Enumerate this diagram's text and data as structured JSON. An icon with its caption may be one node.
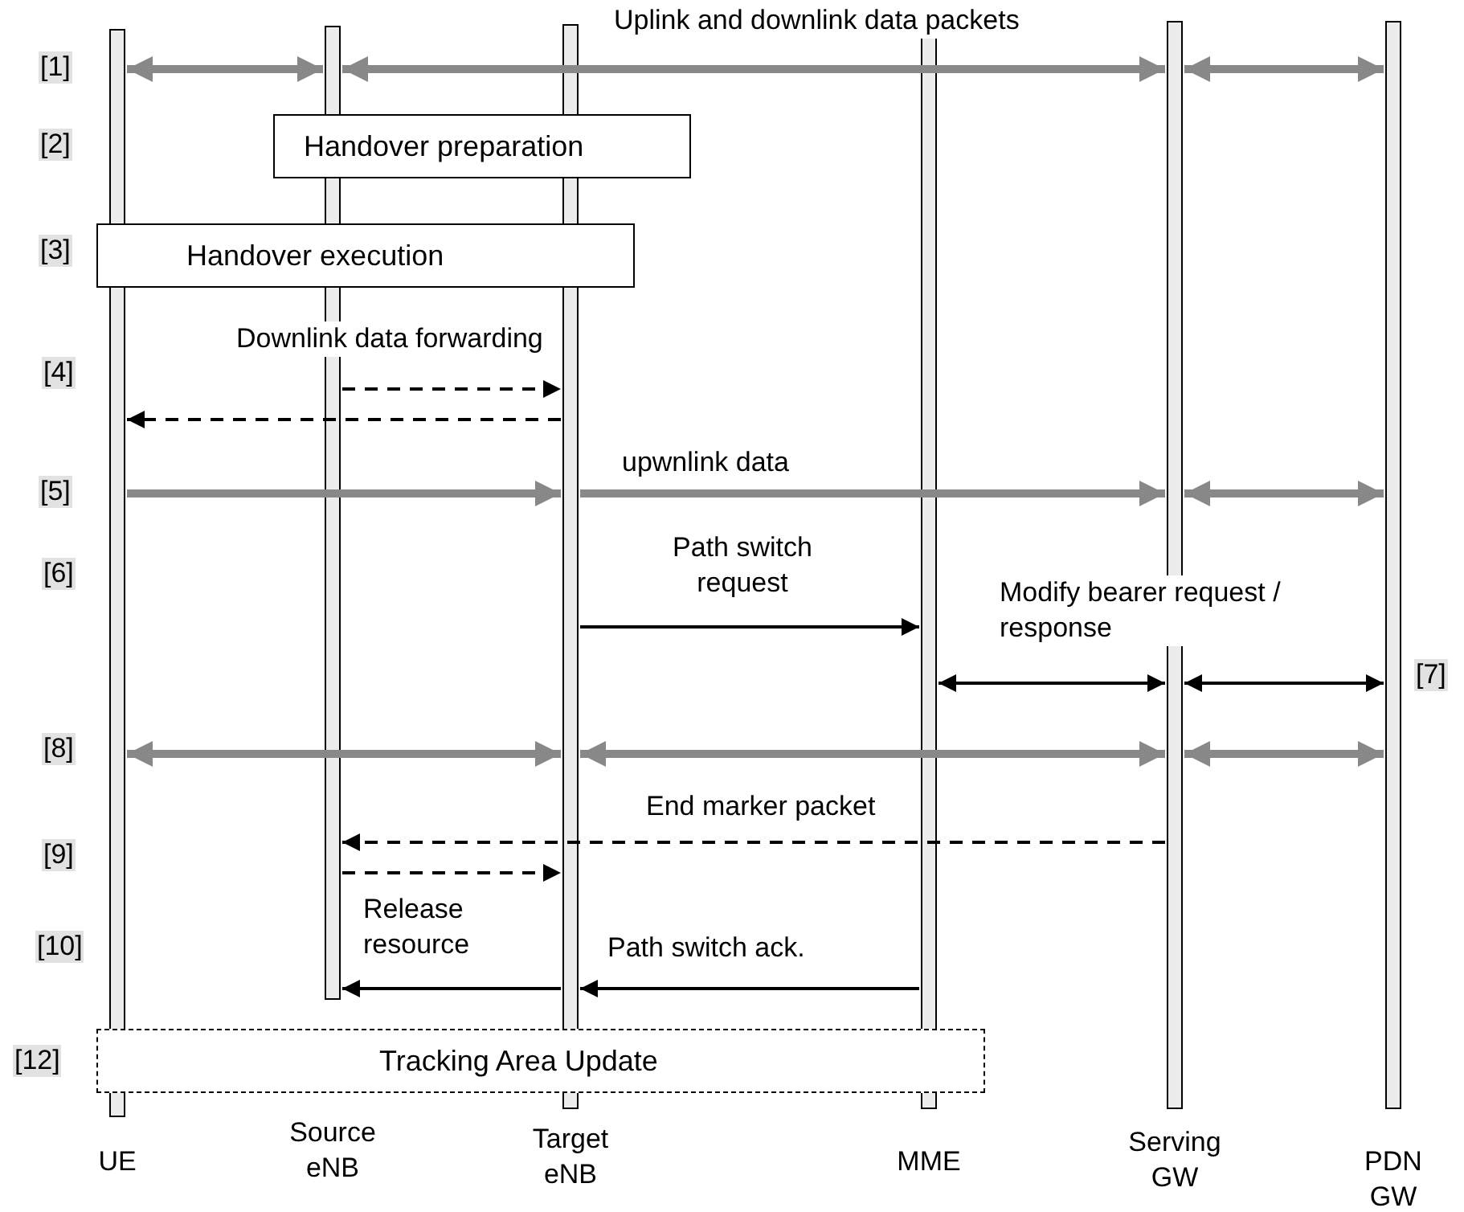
{
  "diagram": {
    "nodes": [
      {
        "text": [],
        "shape": "bar",
        "beside": [
          "UE"
        ]
      },
      {
        "text": [],
        "shape": "bar"
      },
      {
        "text": [],
        "shape": "bar",
        "beside": [
          "Target eNB"
        ]
      },
      {
        "text": [],
        "shape": "bar",
        "beside": [
          "MME"
        ]
      },
      {
        "text": [],
        "shape": "bar",
        "beside": [
          "Serving GW"
        ]
      },
      {
        "text": [],
        "shape": "bar",
        "beside": [
          "PDN GW"
        ]
      },
      {
        "text": [
          "Handover preparation"
        ]
      },
      {
        "text": [
          "Handover execution"
        ]
      },
      {
        "text": [
          "Tracking Area Update"
        ]
      }
    ],
    "edges": [
      {
        "from": 0,
        "to": 1,
        "arrow": "both",
        "style": "thick",
        "color": "#888888"
      },
      {
        "from": 1,
        "to": 4,
        "arrow": "both",
        "style": "thick",
        "color": "#888888",
        "label": "Uplink and downlink data packets"
      },
      {
        "from": 4,
        "to": 5,
        "arrow": "both",
        "style": "thick",
        "color": "#888888"
      },
      {
        "from": 1,
        "to": 2,
        "arrow": "to",
        "style": "dashed",
        "color": "#000000",
        "label": "Downlink data forwarding"
      },
      {
        "from": 2,
        "to": 0,
        "arrow": "to",
        "style": "dashed",
        "color": "#000000"
      },
      {
        "from": 0,
        "to": 2,
        "arrow": "to",
        "style": "thick",
        "color": "#888888"
      },
      {
        "from": 2,
        "to": 4,
        "arrow": "to",
        "style": "thick",
        "color": "#888888",
        "label": "upwnlink data"
      },
      {
        "from": 4,
        "to": 5,
        "arrow": "both",
        "style": "thick",
        "color": "#888888"
      },
      {
        "from": 2,
        "to": 3,
        "arrow": "to",
        "color": "#000000",
        "label": "Path switch request"
      },
      {
        "from": 3,
        "to": 4,
        "arrow": "both",
        "color": "#000000",
        "label": "Modify bearer request / response"
      },
      {
        "from": 4,
        "to": 5,
        "arrow": "both",
        "color": "#000000"
      },
      {
        "from": 0,
        "to": 2,
        "arrow": "both",
        "style": "thick",
        "color": "#888888"
      },
      {
        "from": 2,
        "to": 4,
        "arrow": "both",
        "style": "thick",
        "color": "#888888"
      },
      {
        "from": 4,
        "to": 5,
        "arrow": "both",
        "style": "thick",
        "color": "#888888"
      },
      {
        "from": 4,
        "to": 1,
        "arrow": "to",
        "style": "dashed",
        "color": "#000000",
        "label": "End marker packet"
      },
      {
        "from": 1,
        "to": 2,
        "arrow": "to",
        "style": "dashed",
        "color": "#000000"
      },
      {
        "from": 2,
        "to": 1,
        "arrow": "to",
        "color": "#000000",
        "label": "Release resource"
      },
      {
        "from": 3,
        "to": 2,
        "arrow": "to",
        "color": "#000000",
        "label": "Path switch ack."
      }
    ],
    "labels": [
      "[1]",
      "[2]",
      "[3]",
      "[4]",
      "[5]",
      "[6]",
      "[7]",
      "[8]",
      "[9]",
      "[10]",
      "[12]",
      "Source eNB"
    ]
  }
}
